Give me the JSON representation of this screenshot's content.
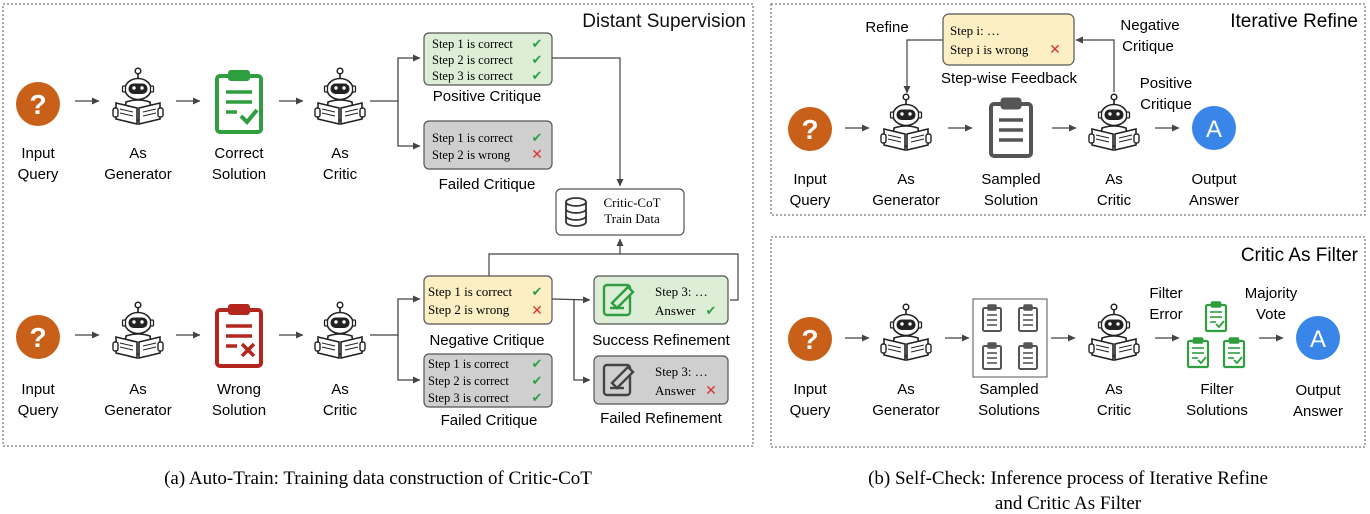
{
  "panel_a": {
    "title": "Distant Supervision",
    "top_row": {
      "input": [
        "Input",
        "Query"
      ],
      "generator": [
        "As",
        "Generator"
      ],
      "solution": [
        "Correct",
        "Solution"
      ],
      "critic": [
        "As",
        "Critic"
      ]
    },
    "bottom_row": {
      "input": [
        "Input",
        "Query"
      ],
      "generator": [
        "As",
        "Generator"
      ],
      "solution": [
        "Wrong",
        "Solution"
      ],
      "critic": [
        "As",
        "Critic"
      ]
    },
    "positive_critique": {
      "label": "Positive Critique",
      "steps": [
        "Step 1 is correct",
        "Step 2 is correct",
        "Step 3 is correct"
      ]
    },
    "failed_critique_top": {
      "label": "Failed Critique",
      "steps": [
        "Step 1 is correct",
        "Step 2 is wrong"
      ]
    },
    "train_data": [
      "Critic-CoT",
      "Train Data"
    ],
    "negative_critique": {
      "label": "Negative Critique",
      "steps": [
        "Step 1 is correct",
        "Step 2 is wrong"
      ]
    },
    "failed_critique_bottom": {
      "label": "Failed Critique",
      "steps": [
        "Step 1 is correct",
        "Step 2 is correct",
        "Step 3 is correct"
      ]
    },
    "success_refinement": {
      "label": "Success Refinement",
      "lines": [
        "Step 3: …",
        "Answer"
      ]
    },
    "failed_refinement": {
      "label": "Failed Refinement",
      "lines": [
        "Step 3: …",
        "Answer"
      ]
    },
    "caption": "(a) Auto-Train: Training data construction of Critic-CoT"
  },
  "panel_b1": {
    "title": "Iterative Refine",
    "refine_label": "Refine",
    "negative_label": [
      "Negative",
      "Critique"
    ],
    "feedback": {
      "lines": [
        "Step i: …",
        "Step i is wrong"
      ],
      "label": "Step-wise Feedback"
    },
    "positive_label": [
      "Positive",
      "Critique"
    ],
    "input": [
      "Input",
      "Query"
    ],
    "generator": [
      "As",
      "Generator"
    ],
    "solution": [
      "Sampled",
      "Solution"
    ],
    "critic": [
      "As",
      "Critic"
    ],
    "output": [
      "Output",
      "Answer"
    ],
    "answer_glyph": "A"
  },
  "panel_b2": {
    "title": "Critic As Filter",
    "filter_error": [
      "Filter",
      "Error"
    ],
    "majority_vote": [
      "Majority",
      "Vote"
    ],
    "input": [
      "Input",
      "Query"
    ],
    "generator": [
      "As",
      "Generator"
    ],
    "solutions": [
      "Sampled",
      "Solutions"
    ],
    "critic": [
      "As",
      "Critic"
    ],
    "filter_solutions": [
      "Filter",
      "Solutions"
    ],
    "output": [
      "Output",
      "Answer"
    ],
    "answer_glyph": "A"
  },
  "caption_b": [
    "(b) Self-Check: Inference process of Iterative Refine",
    "and Critic As Filter"
  ],
  "colors": {
    "query": "#c9601a",
    "correct": "#2e9e3e",
    "wrong": "#b3261e",
    "positive_fill": "#dcefd6",
    "negative_fill": "#fcefc4",
    "failed_fill": "#cfcfcf",
    "answer": "#3a86e8",
    "check": "#2ea043",
    "cross": "#d9342b"
  },
  "marks": {
    "check": "✔",
    "cross": "✕",
    "question": "?"
  }
}
